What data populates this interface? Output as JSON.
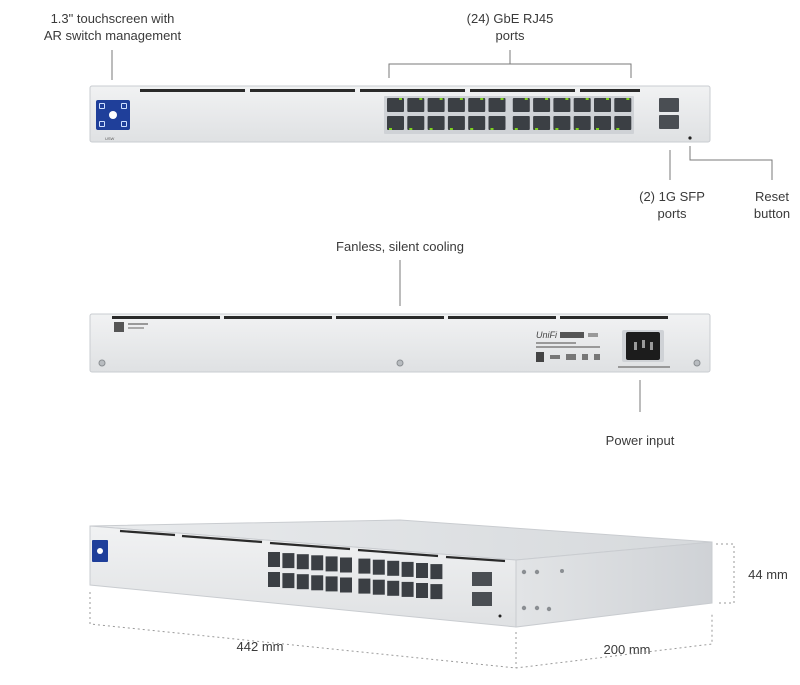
{
  "callouts": {
    "touchscreen": "1.3\" touchscreen with\nAR switch management",
    "rj45_ports": "(24) GbE RJ45\nports",
    "sfp_ports": "(2) 1G SFP\nports",
    "reset_button": "Reset\nbutton",
    "cooling": "Fanless, silent cooling",
    "power_input": "Power input"
  },
  "dimensions": {
    "height": "44 mm",
    "width": "442 mm",
    "depth": "200 mm"
  },
  "device": {
    "front_port_count": 24,
    "sfp_port_count": 2,
    "model_label": "USW",
    "brand_logo": "UniFi",
    "colors": {
      "chassis": "#e6e8ea",
      "chassis_edge": "#c9ccd0",
      "port": "#3b3f44",
      "port_led": "#7ed321",
      "screen": "#1f3f9a",
      "power_socket": "#1c1c1c"
    }
  }
}
